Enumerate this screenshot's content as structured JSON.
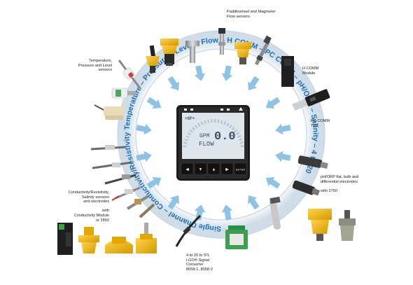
{
  "ring": {
    "text": "Single Channel – Conductivity/Resistivity Temperature – Pressure – Level – Flow – H COMM – PC COMM – pH/ORP – Salinity – 4 to 20",
    "color": "#1e6fb3"
  },
  "device": {
    "brand": "+GF+",
    "unit": "GPM",
    "reading": "0.0",
    "mode": "FLOW",
    "buttons": [
      "◀",
      "▼",
      "▲",
      "▶",
      "ENTER"
    ]
  },
  "labels": {
    "paddlewheel": "Paddlewheel and Magmeter\nFlow sensors",
    "temperature": "Temperature,\nPressure and Level\nsensors",
    "hcomm": "H COMM\nModule",
    "pccomm": "PC COMM\nTool",
    "ph": "pH/ORP flat, bulb and\ndifferential electrodes\n\nwith 2750",
    "conductivity": "Conductivity/Resistivity,\nSalinity sensors\nand electrodes\n\nwith\nConductivity Module\nor 2850",
    "converter": "4 to 20 to S³L\ni-GO® Signal\nConverter\n8058-1, 8058-2"
  },
  "colors": {
    "arrow": "#8fc3e6",
    "ring_fill": "#ffffff",
    "ring_edge": "#b9cfe0",
    "sensor_yellow": "#f0b400",
    "display_bg": "#1b1b1b"
  }
}
